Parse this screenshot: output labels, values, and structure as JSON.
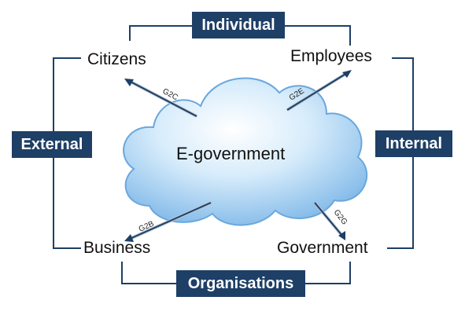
{
  "diagram": {
    "center": "E-government",
    "groups": {
      "top": "Individual",
      "bottom": "Organisations",
      "left": "External",
      "right": "Internal"
    },
    "actors": {
      "top_left": "Citizens",
      "top_right": "Employees",
      "bottom_left": "Business",
      "bottom_right": "Government"
    },
    "links": {
      "g2c": "G2C",
      "g2e": "G2E",
      "g2b": "G2B",
      "g2g": "G2G"
    }
  }
}
